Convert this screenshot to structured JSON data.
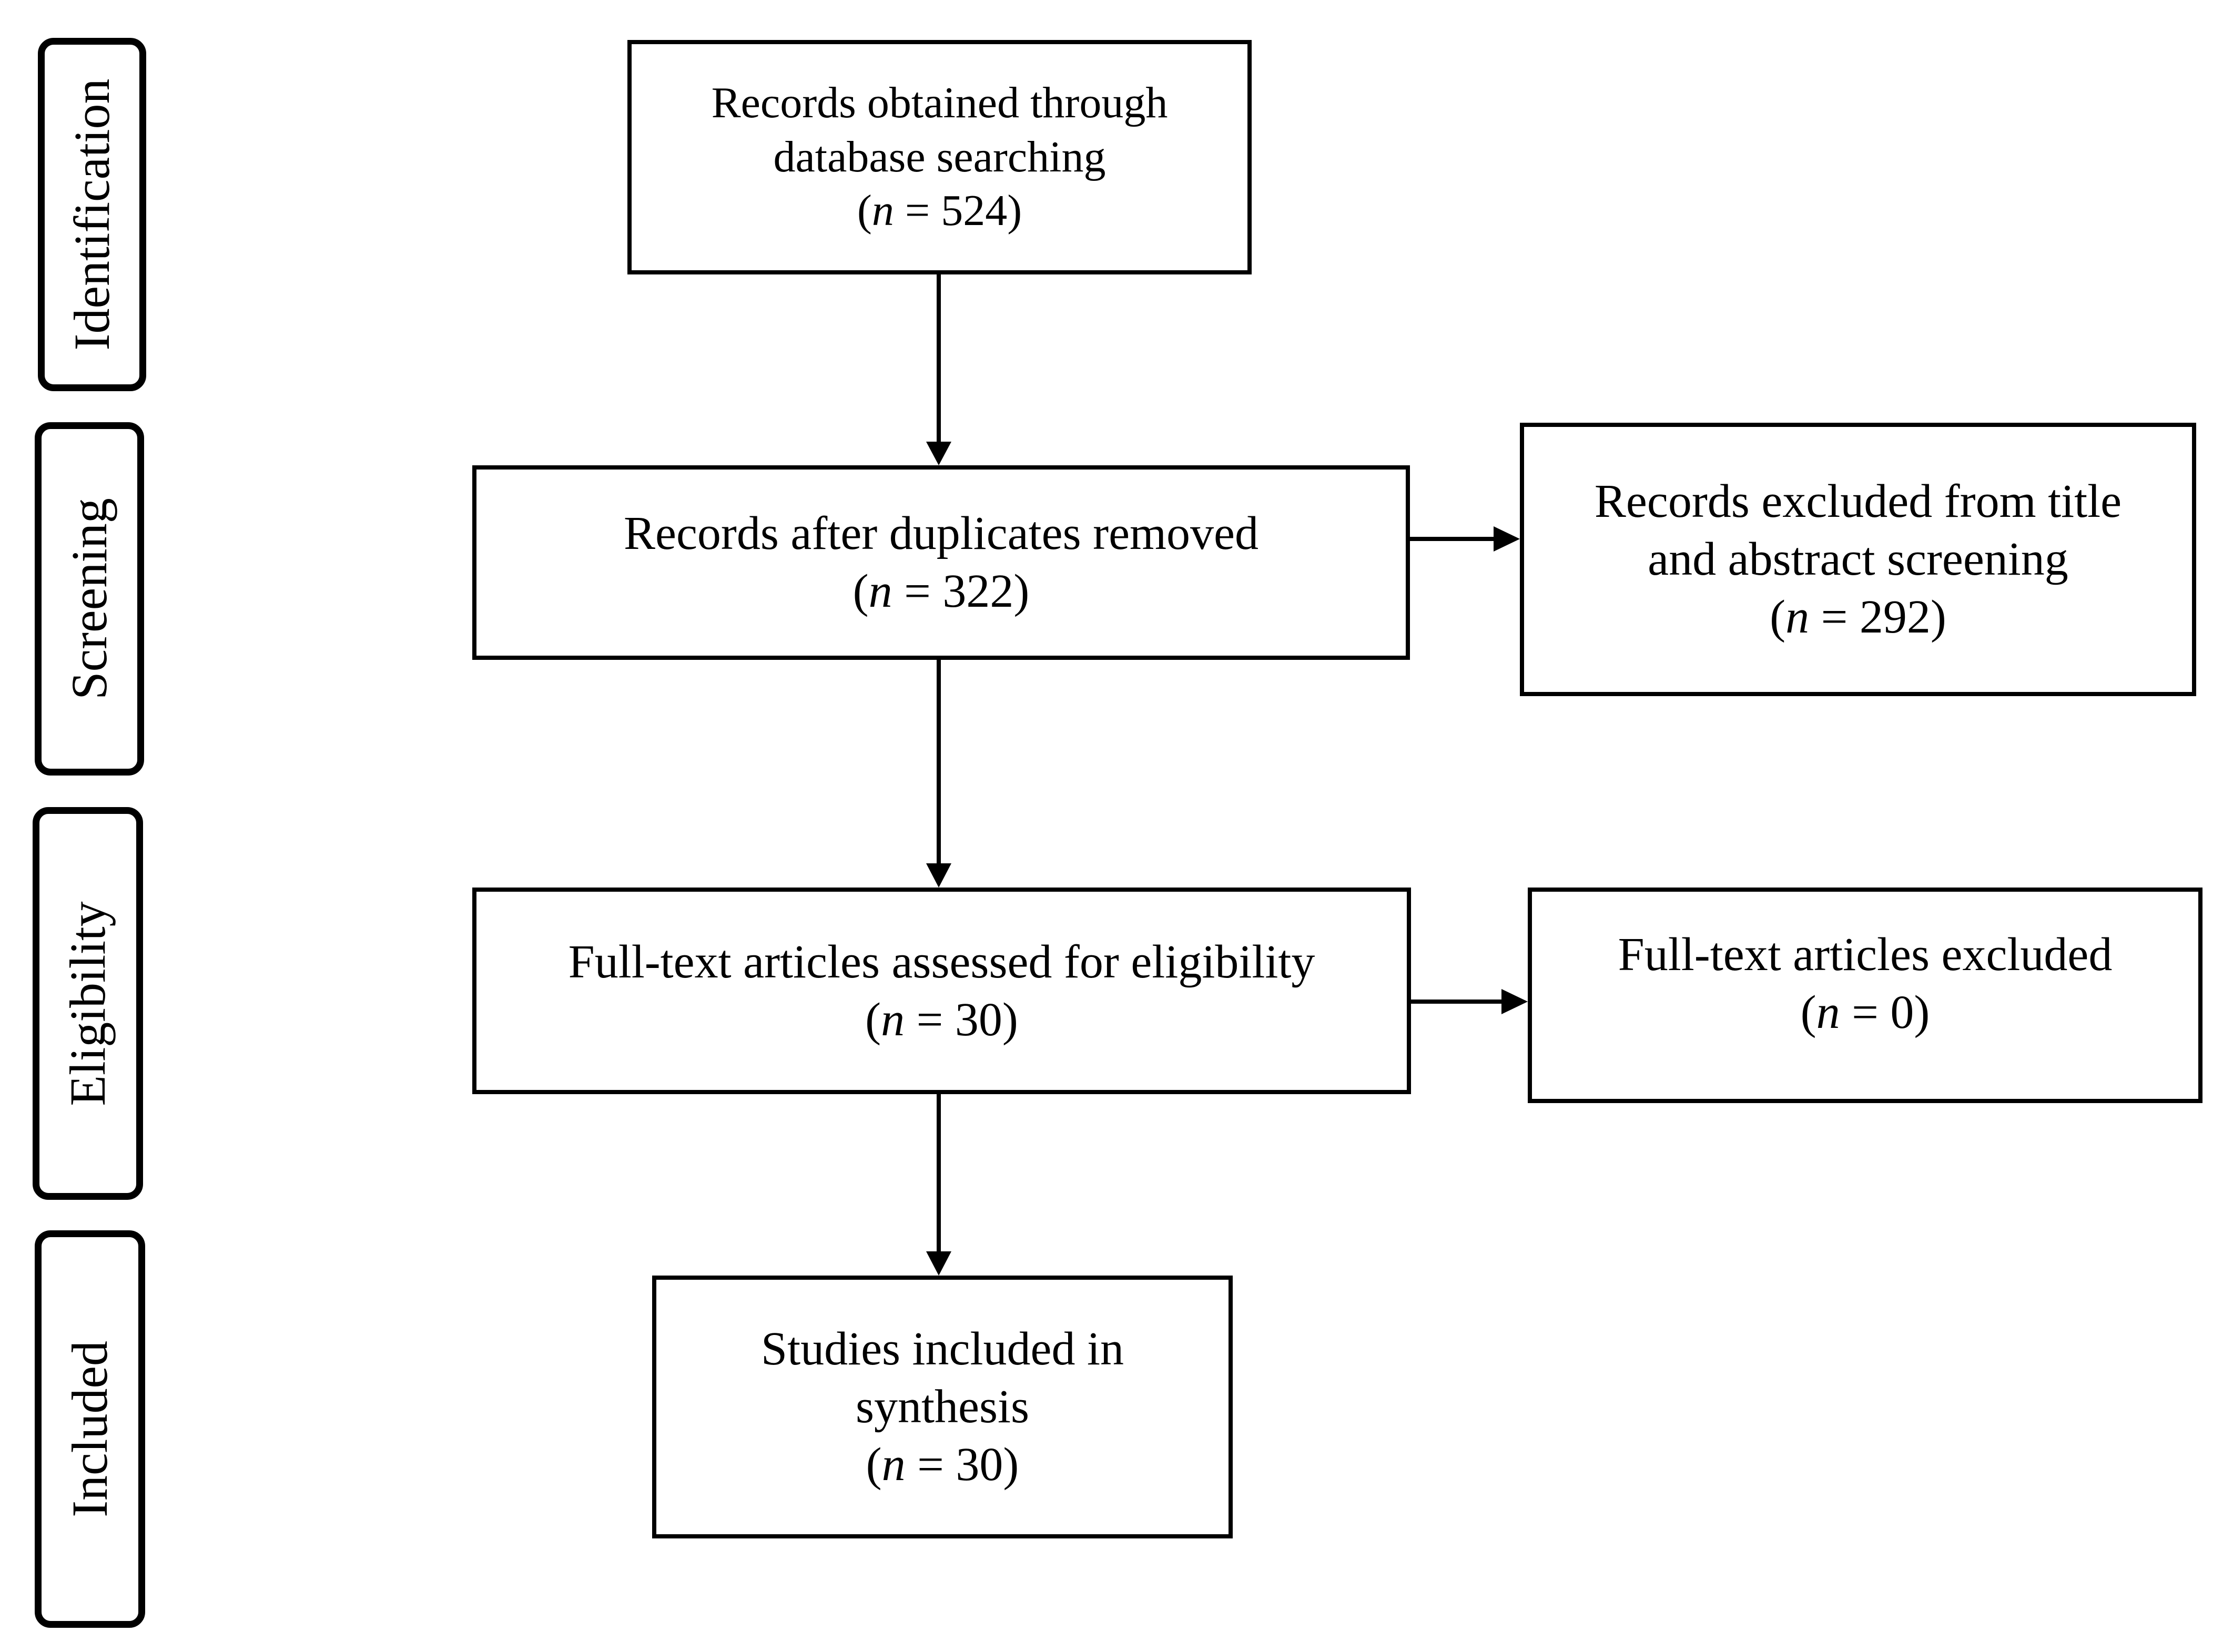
{
  "stages": {
    "identification": "Identification",
    "screening": "Screening",
    "eligibility": "Eligibility",
    "included": "Included"
  },
  "boxes": {
    "records_obtained": {
      "lines": [
        "Records obtained through",
        "database searching"
      ],
      "n_symbol": "n",
      "n_value": "524"
    },
    "records_after_duplicates": {
      "lines": [
        "Records after duplicates removed"
      ],
      "n_symbol": "n",
      "n_value": "322"
    },
    "records_excluded": {
      "lines": [
        "Records excluded from title",
        "and abstract screening"
      ],
      "n_symbol": "n",
      "n_value": "292"
    },
    "full_text_assessed": {
      "lines": [
        "Full-text articles assessed for eligibility"
      ],
      "n_symbol": "n",
      "n_value": "30"
    },
    "full_text_excluded": {
      "lines": [
        "Full-text articles excluded"
      ],
      "n_symbol": "n",
      "n_value": "0"
    },
    "studies_included": {
      "lines": [
        "Studies included in",
        "synthesis"
      ],
      "n_symbol": "n",
      "n_value": "30"
    }
  },
  "colors": {
    "stroke": "#000000",
    "background": "#ffffff"
  }
}
